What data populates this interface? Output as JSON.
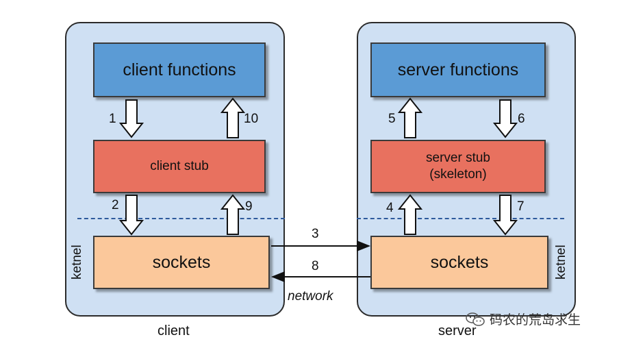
{
  "client": {
    "caption": "client",
    "functions": "client functions",
    "stub": "client stub",
    "sockets": "sockets",
    "kernel": "ketnel"
  },
  "server": {
    "caption": "server",
    "functions": "server functions",
    "stub_line1": "server stub",
    "stub_line2": "(skeleton)",
    "sockets": "sockets",
    "kernel": "ketnel"
  },
  "steps": [
    "1",
    "2",
    "3",
    "4",
    "5",
    "6",
    "7",
    "8",
    "9",
    "10"
  ],
  "network_label": "network",
  "watermark": "码农的荒岛求生",
  "colors": {
    "panel": "#cfe0f3",
    "functions": "#5b9bd5",
    "stub": "#e8715f",
    "sockets": "#fbc89b",
    "dashed_line": "#2e5a9c"
  }
}
